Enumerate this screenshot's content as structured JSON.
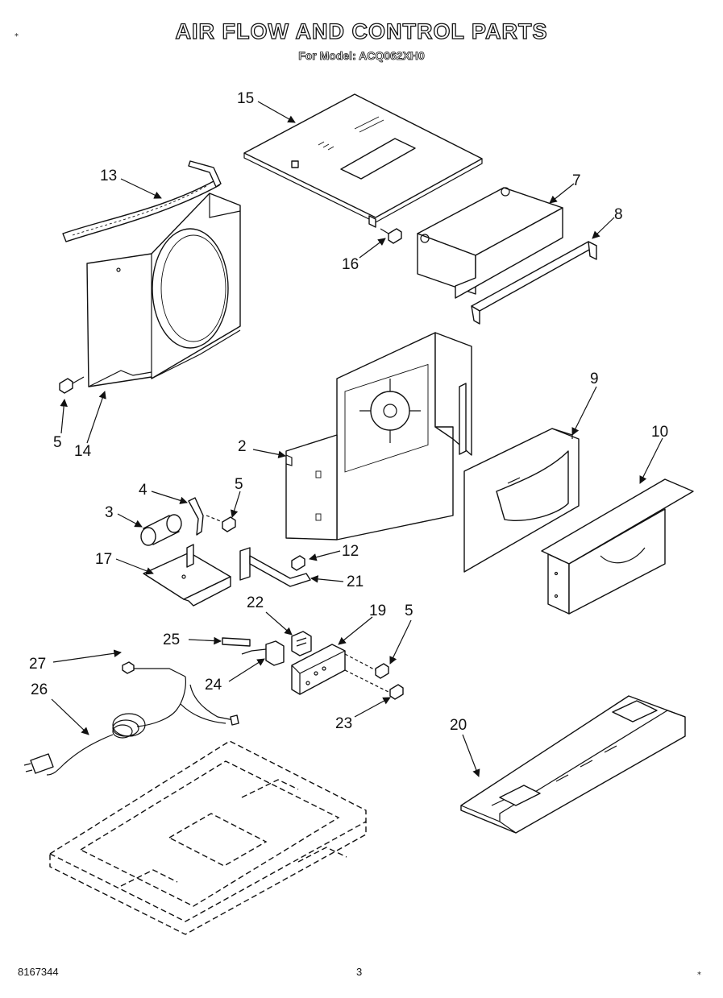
{
  "header": {
    "title": "AIR FLOW AND CONTROL PARTS",
    "subtitle": "For Model: ACQ062XH0"
  },
  "footer": {
    "doc_number": "8167344",
    "page_number": "3"
  },
  "corner_marks": [
    "*",
    "*"
  ],
  "callouts": {
    "c15": "15",
    "c13": "13",
    "c7": "7",
    "c8": "8",
    "c16": "16",
    "c5a": "5",
    "c14": "14",
    "c9": "9",
    "c10": "10",
    "c2": "2",
    "c4": "4",
    "c5b": "5",
    "c3": "3",
    "c12": "12",
    "c17": "17",
    "c21": "21",
    "c22": "22",
    "c19": "19",
    "c5c": "5",
    "c25": "25",
    "c27": "27",
    "c24": "24",
    "c26": "26",
    "c23": "23",
    "c20": "20"
  }
}
